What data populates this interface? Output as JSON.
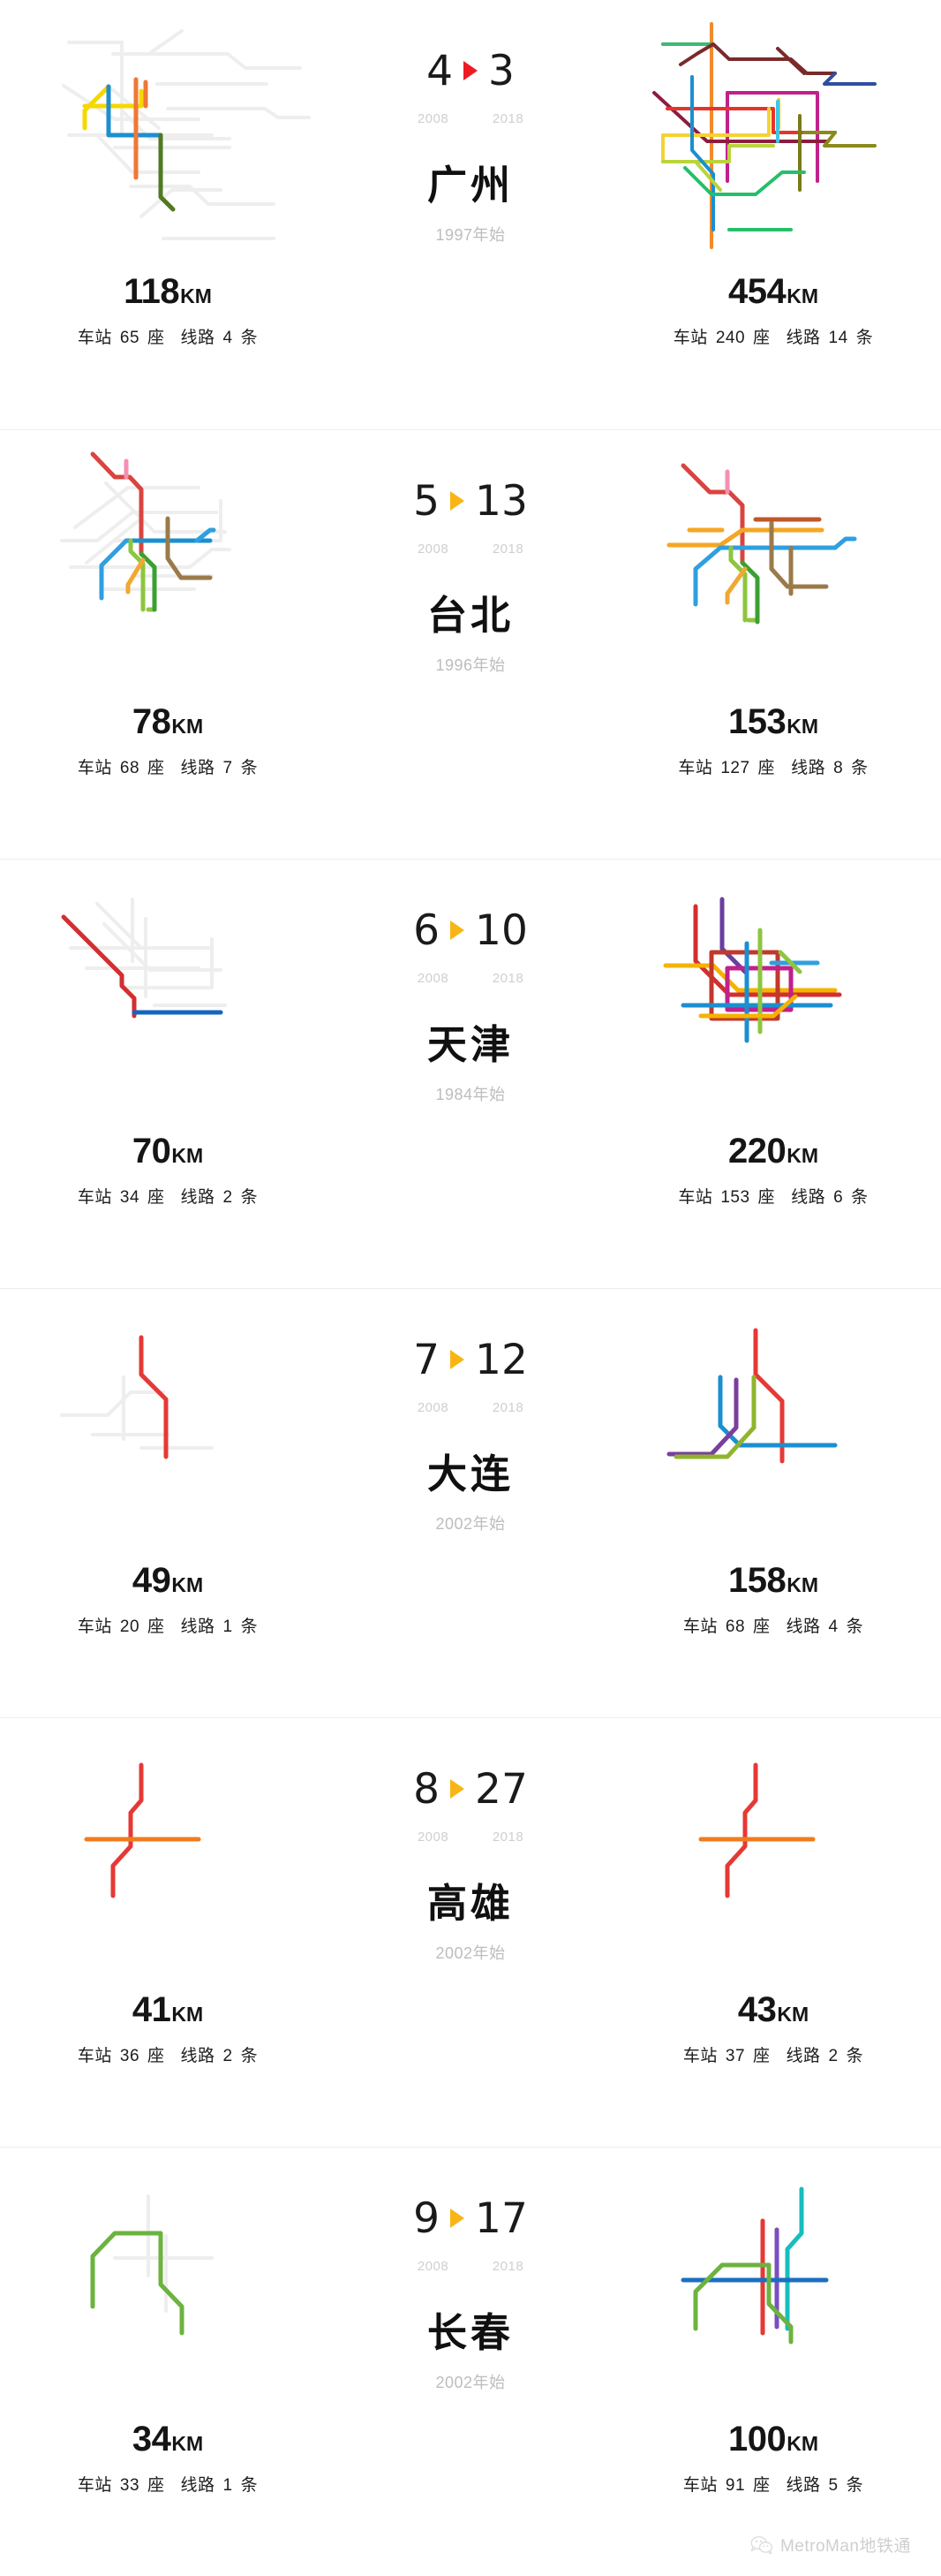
{
  "watermark": {
    "label": "MetroMan地铁通",
    "icon": "wechat-icon"
  },
  "accents": {
    "arrow_red": "#ee1b24",
    "arrow_amber": "#f9b515",
    "year_label": "#cfcfcf",
    "ghost_line": "#eeeeee"
  },
  "columns": {
    "left_year": "2008",
    "right_year": "2018"
  },
  "rows": [
    {
      "city": "广州",
      "since": "1997年始",
      "rank_2008": "4",
      "rank_2018": "3",
      "arrow_color": "#ee1b24",
      "left": {
        "km": "118",
        "unit": "KM",
        "stations_label": "车站",
        "stations": "65",
        "stations_unit": "座",
        "lines_label": "线路",
        "lines": "4",
        "lines_unit": "条"
      },
      "right": {
        "km": "454",
        "unit": "KM",
        "stations_label": "车站",
        "stations": "240",
        "stations_unit": "座",
        "lines_label": "线路",
        "lines": "14",
        "lines_unit": "条"
      }
    },
    {
      "city": "台北",
      "since": "1996年始",
      "rank_2008": "5",
      "rank_2018": "13",
      "arrow_color": "#f9b515",
      "left": {
        "km": "78",
        "unit": "KM",
        "stations_label": "车站",
        "stations": "68",
        "stations_unit": "座",
        "lines_label": "线路",
        "lines": "7",
        "lines_unit": "条"
      },
      "right": {
        "km": "153",
        "unit": "KM",
        "stations_label": "车站",
        "stations": "127",
        "stations_unit": "座",
        "lines_label": "线路",
        "lines": "8",
        "lines_unit": "条"
      }
    },
    {
      "city": "天津",
      "since": "1984年始",
      "rank_2008": "6",
      "rank_2018": "10",
      "arrow_color": "#f9b515",
      "left": {
        "km": "70",
        "unit": "KM",
        "stations_label": "车站",
        "stations": "34",
        "stations_unit": "座",
        "lines_label": "线路",
        "lines": "2",
        "lines_unit": "条"
      },
      "right": {
        "km": "220",
        "unit": "KM",
        "stations_label": "车站",
        "stations": "153",
        "stations_unit": "座",
        "lines_label": "线路",
        "lines": "6",
        "lines_unit": "条"
      }
    },
    {
      "city": "大连",
      "since": "2002年始",
      "rank_2008": "7",
      "rank_2018": "12",
      "arrow_color": "#f9b515",
      "left": {
        "km": "49",
        "unit": "KM",
        "stations_label": "车站",
        "stations": "20",
        "stations_unit": "座",
        "lines_label": "线路",
        "lines": "1",
        "lines_unit": "条"
      },
      "right": {
        "km": "158",
        "unit": "KM",
        "stations_label": "车站",
        "stations": "68",
        "stations_unit": "座",
        "lines_label": "线路",
        "lines": "4",
        "lines_unit": "条"
      }
    },
    {
      "city": "高雄",
      "since": "2002年始",
      "rank_2008": "8",
      "rank_2018": "27",
      "arrow_color": "#f9b515",
      "left": {
        "km": "41",
        "unit": "KM",
        "stations_label": "车站",
        "stations": "36",
        "stations_unit": "座",
        "lines_label": "线路",
        "lines": "2",
        "lines_unit": "条"
      },
      "right": {
        "km": "43",
        "unit": "KM",
        "stations_label": "车站",
        "stations": "37",
        "stations_unit": "座",
        "lines_label": "线路",
        "lines": "2",
        "lines_unit": "条"
      }
    },
    {
      "city": "长春",
      "since": "2002年始",
      "rank_2008": "9",
      "rank_2018": "17",
      "arrow_color": "#f9b515",
      "left": {
        "km": "34",
        "unit": "KM",
        "stations_label": "车站",
        "stations": "33",
        "stations_unit": "座",
        "lines_label": "线路",
        "lines": "1",
        "lines_unit": "条"
      },
      "right": {
        "km": "100",
        "unit": "KM",
        "stations_label": "车站",
        "stations": "91",
        "stations_unit": "座",
        "lines_label": "线路",
        "lines": "5",
        "lines_unit": "条"
      }
    }
  ]
}
